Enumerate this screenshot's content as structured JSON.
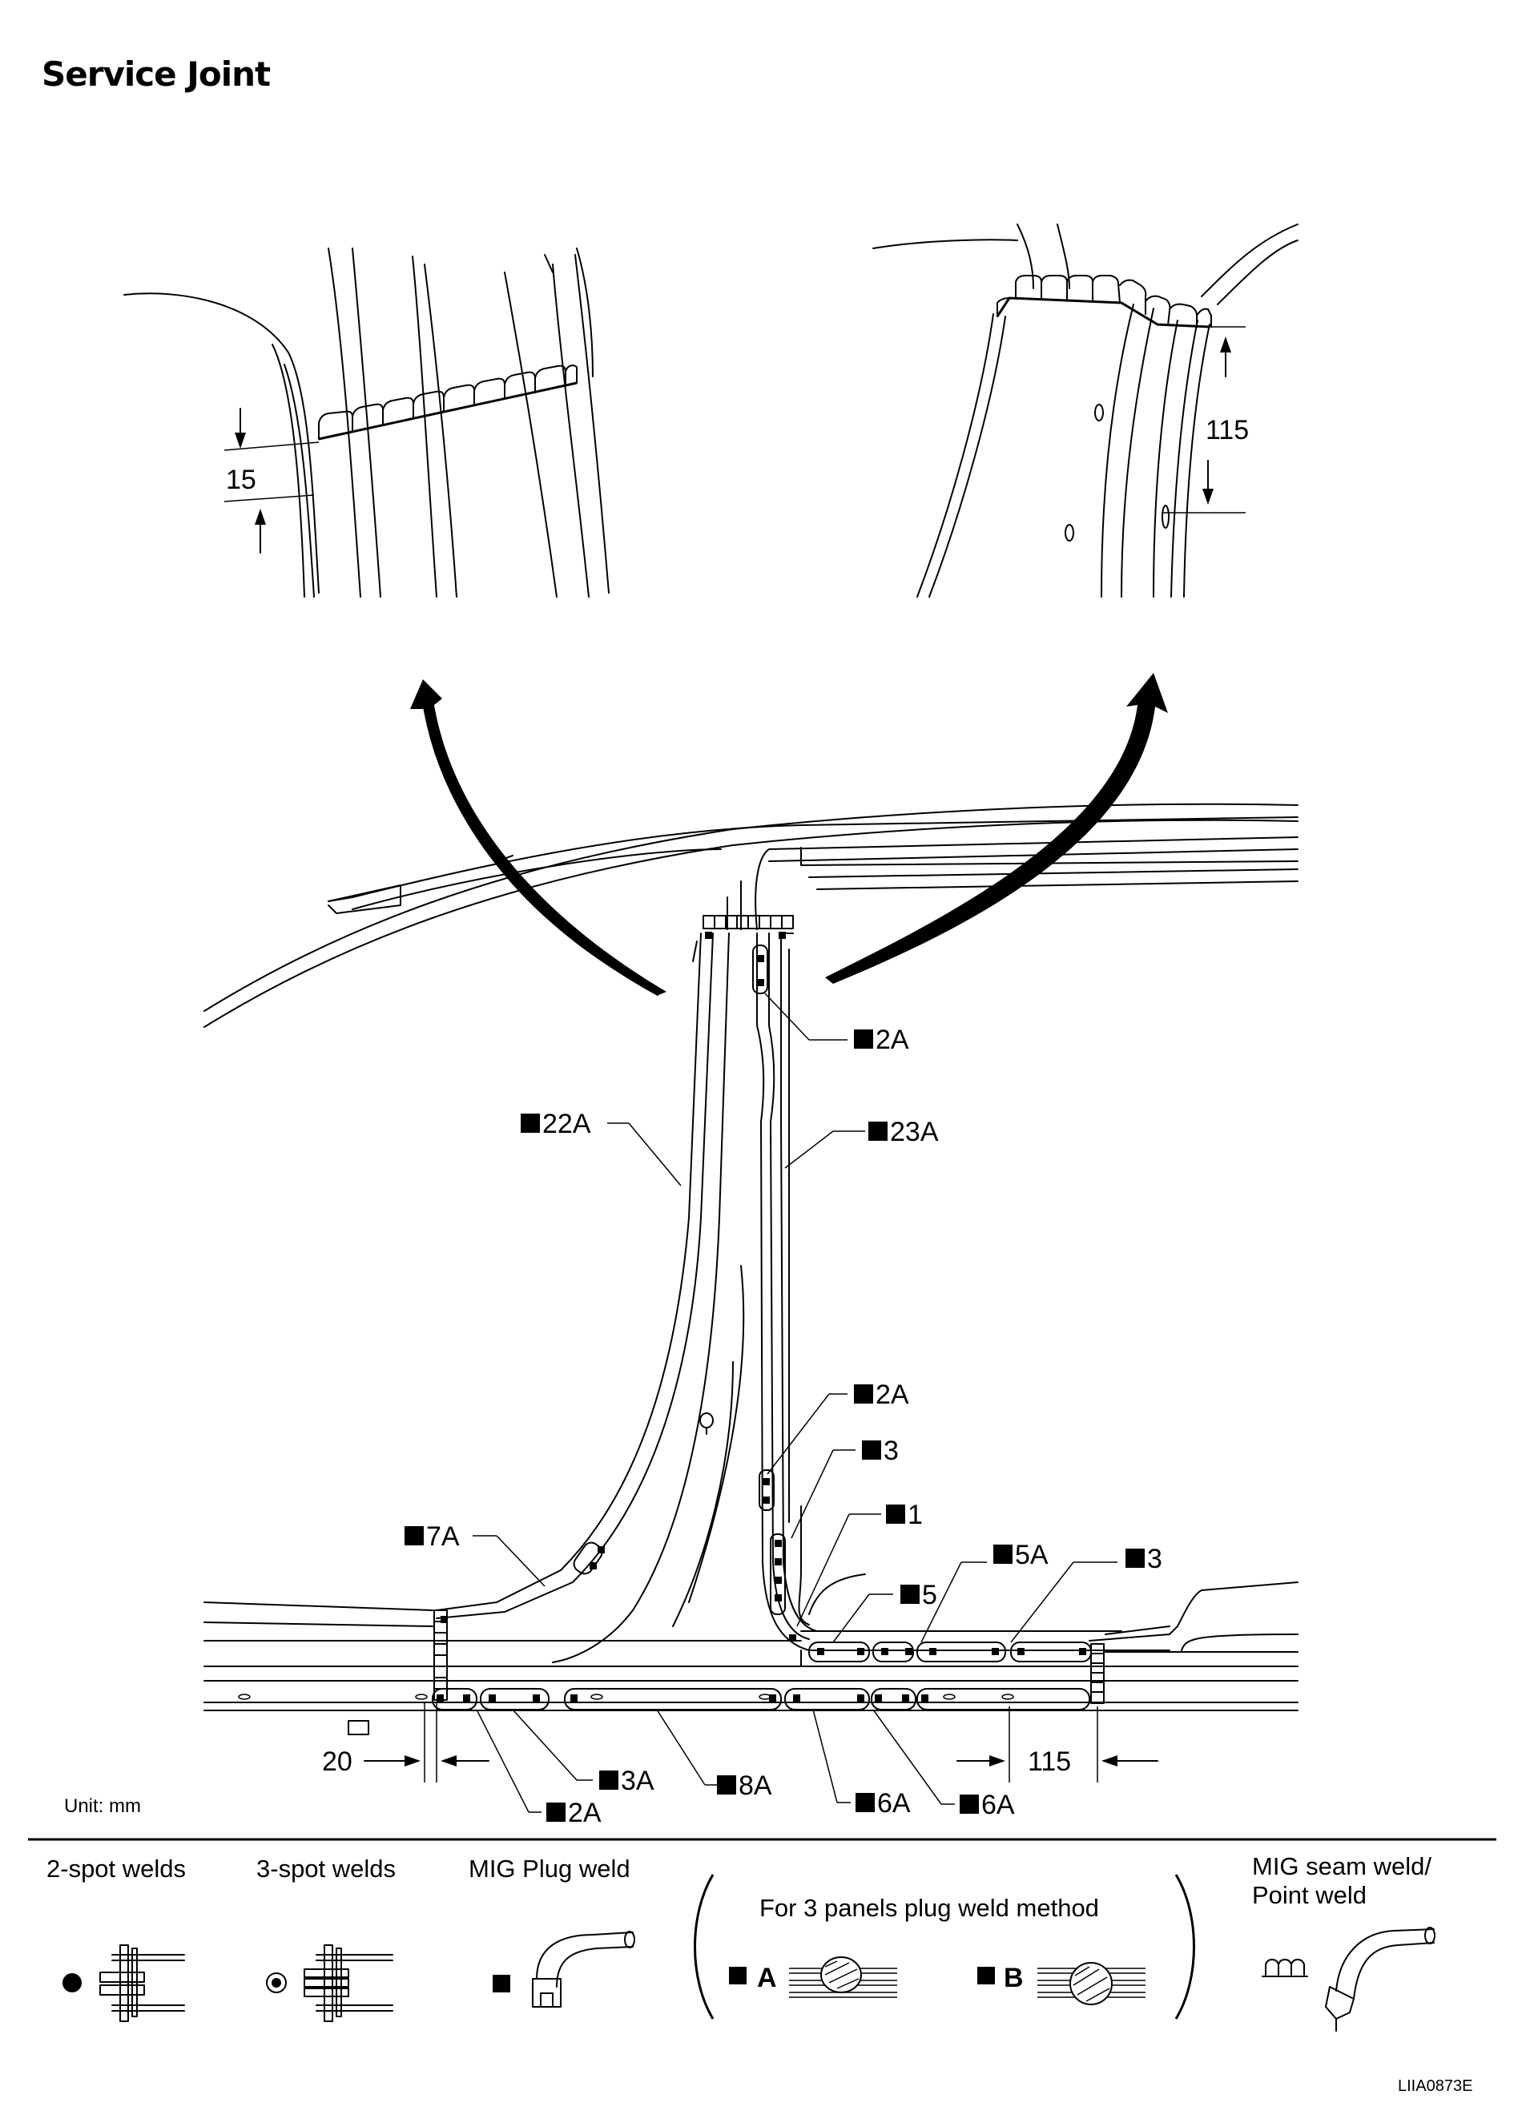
{
  "title": "Service Joint",
  "unit": "Unit: mm",
  "figure_code": "LIIA0873E",
  "detail_left": {
    "dimension": "15"
  },
  "detail_right": {
    "dimension": "115"
  },
  "callouts": {
    "c_2A_top": "2A",
    "c_22A": "22A",
    "c_23A": "23A",
    "c_2A_mid": "2A",
    "c_3_a": "3",
    "c_1": "1",
    "c_7A": "7A",
    "c_5": "5",
    "c_5A": "5A",
    "c_3_b": "3",
    "c_3A": "3A",
    "c_8A": "8A",
    "c_6A_a": "6A",
    "c_6A_b": "6A",
    "c_2A_bottom": "2A"
  },
  "dimensions": {
    "left_gap": "20",
    "right_gap": "115"
  },
  "legend": {
    "two_spot": "2-spot welds",
    "three_spot": "3-spot welds",
    "mig_plug": "MIG Plug weld",
    "three_panels": "For 3 panels plug weld method",
    "method_a": "A",
    "method_b": "B",
    "mig_seam_1": "MIG seam weld/",
    "mig_seam_2": "Point weld"
  }
}
